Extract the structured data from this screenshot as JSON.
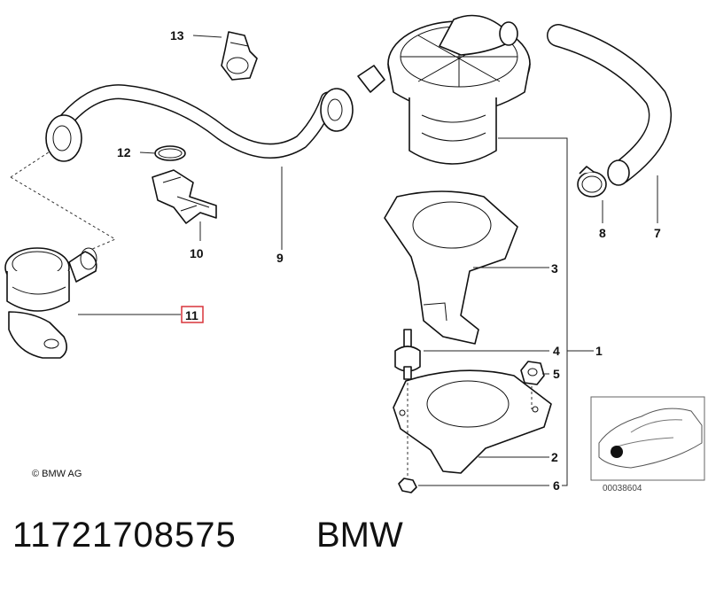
{
  "callouts": {
    "c1": "1",
    "c2": "2",
    "c3": "3",
    "c4": "4",
    "c5": "5",
    "c6": "6",
    "c7": "7",
    "c8": "8",
    "c9": "9",
    "c10": "10",
    "c11": "11",
    "c12": "12",
    "c13": "13"
  },
  "highlight_color": "#d9343a",
  "copyright": "© BMW AG",
  "inset_code": "00038604",
  "footer": {
    "part_number": "11721708575",
    "brand": "BMW"
  }
}
